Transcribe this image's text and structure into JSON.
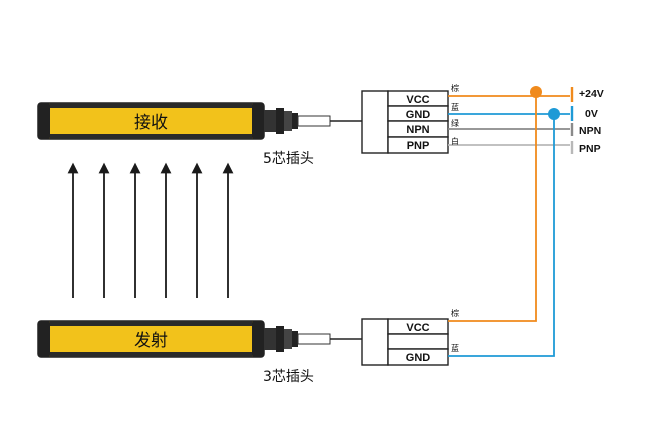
{
  "receiver": {
    "label": "接收",
    "connector_caption": "5芯插头",
    "pins": [
      "VCC",
      "GND",
      "NPN",
      "PNP"
    ],
    "wire_colors_text": [
      "棕",
      "蓝",
      "绿",
      "白"
    ]
  },
  "emitter": {
    "label": "发射",
    "connector_caption": "3芯插头",
    "pins": [
      "VCC",
      "",
      "GND"
    ],
    "wire_colors_text": [
      "棕",
      "蓝"
    ]
  },
  "signals": [
    "+24V",
    "0V",
    "NPN",
    "PNP"
  ],
  "colors": {
    "bar_fill": "#f2c21b",
    "bar_ends": "#222222",
    "brown_wire": "#f08a1c",
    "blue_wire": "#1e9ad6",
    "green_wire": "#8a8a8a",
    "white_wire": "#b8b8b8",
    "arrow": "#1a1a1a"
  },
  "beam_arrow_count": 6
}
